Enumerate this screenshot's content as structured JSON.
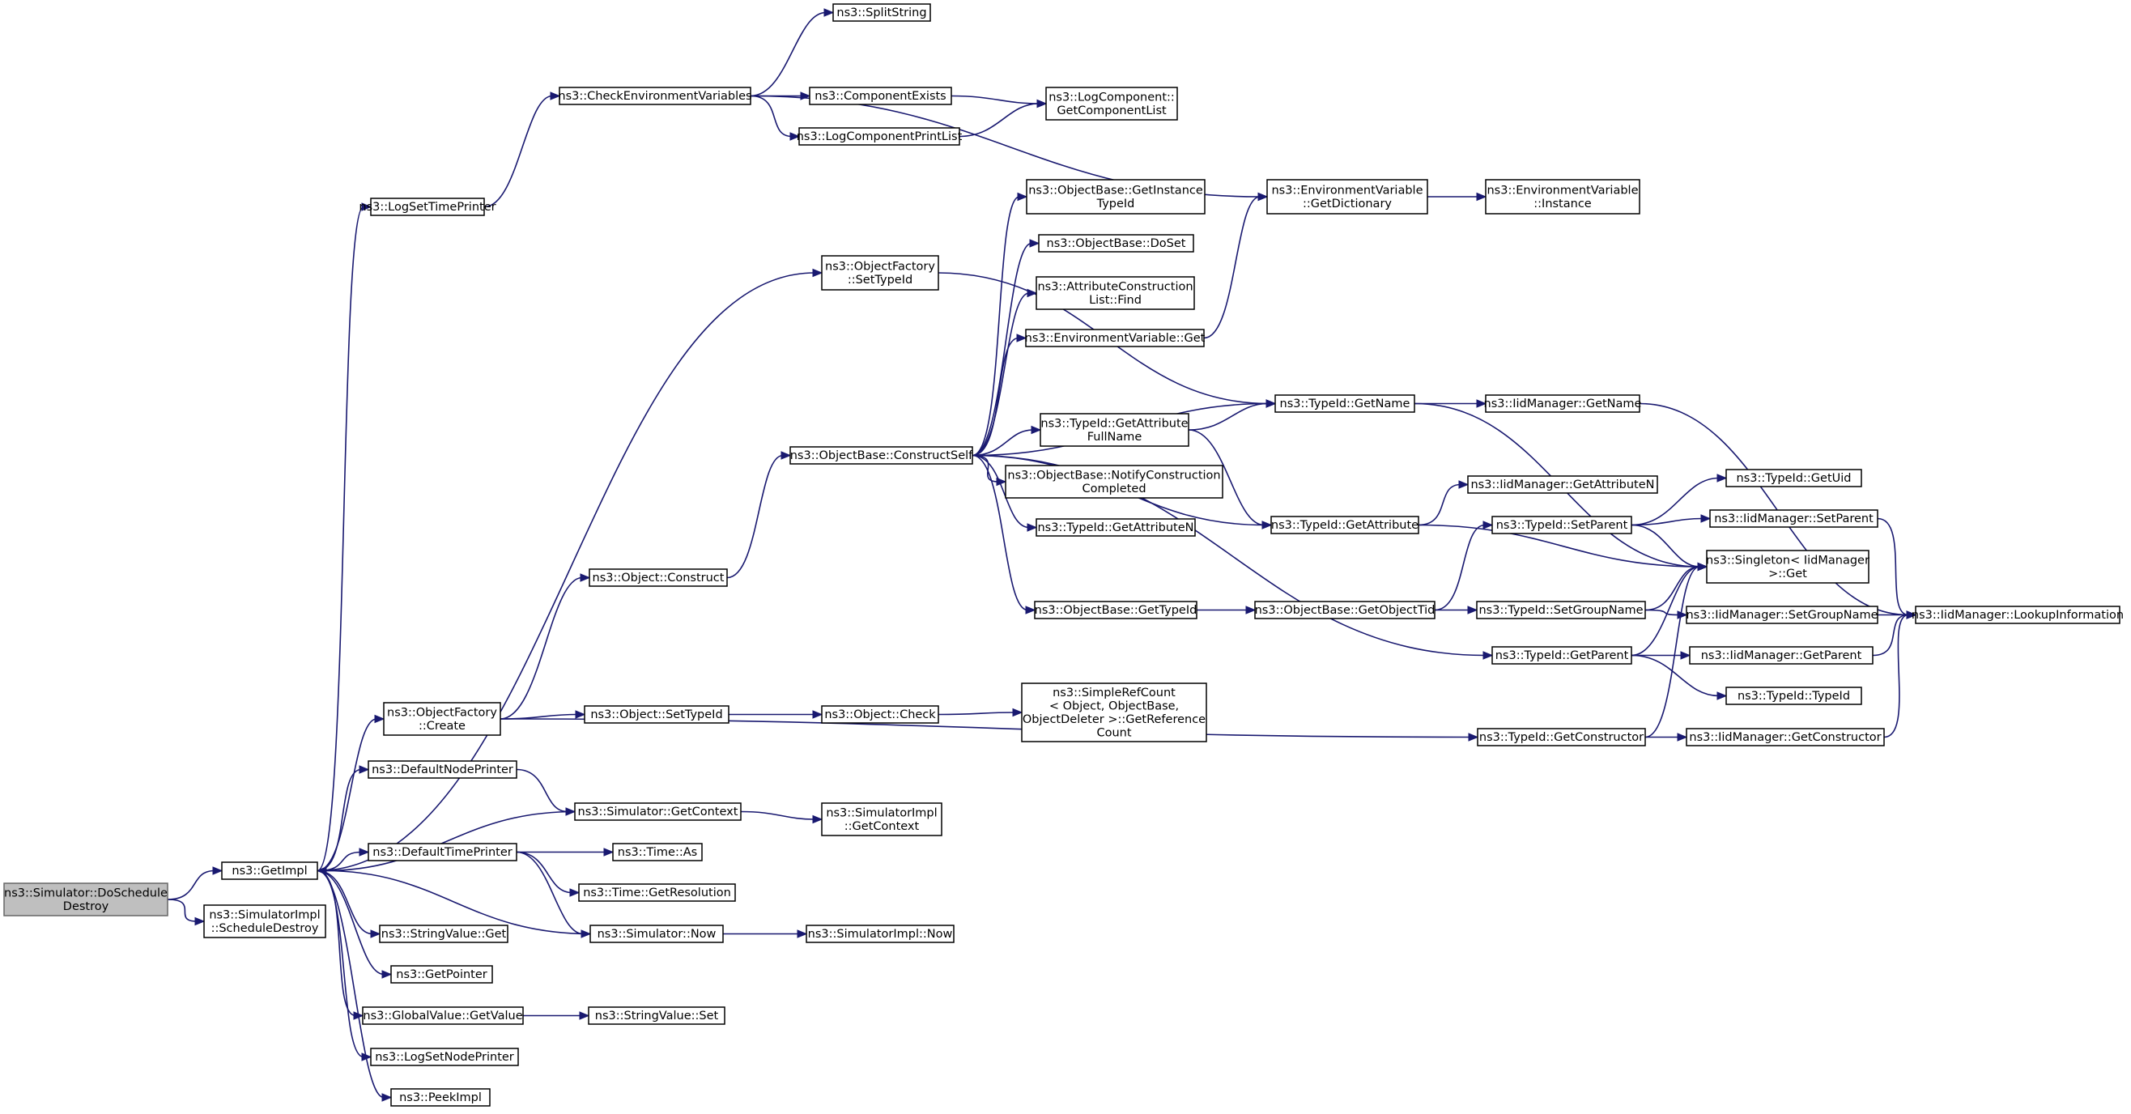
{
  "colors": {
    "edge": "#191970",
    "root_fill": "#bfbfbf",
    "node_fill": "#ffffff",
    "node_border": "#000000"
  },
  "root": "n_root",
  "nodes": [
    {
      "id": "n_root",
      "lines": [
        "ns3::Simulator::DoSchedule",
        "Destroy"
      ]
    },
    {
      "id": "n_getimpl",
      "lines": [
        "ns3::GetImpl"
      ]
    },
    {
      "id": "n_simimpl_sd",
      "lines": [
        "ns3::SimulatorImpl",
        "::ScheduleDestroy"
      ]
    },
    {
      "id": "n_logsettp",
      "lines": [
        "ns3::LogSetTimePrinter"
      ]
    },
    {
      "id": "n_checkenv",
      "lines": [
        "ns3::CheckEnvironmentVariables"
      ]
    },
    {
      "id": "n_split",
      "lines": [
        "ns3::SplitString"
      ]
    },
    {
      "id": "n_compexists",
      "lines": [
        "ns3::ComponentExists"
      ]
    },
    {
      "id": "n_logcomp_list",
      "lines": [
        "ns3::LogComponent::",
        "GetComponentList"
      ]
    },
    {
      "id": "n_logcompprint",
      "lines": [
        "ns3::LogComponentPrintList"
      ]
    },
    {
      "id": "n_envdict",
      "lines": [
        "ns3::EnvironmentVariable",
        "::GetDictionary"
      ]
    },
    {
      "id": "n_envinst",
      "lines": [
        "ns3::EnvironmentVariable",
        "::Instance"
      ]
    },
    {
      "id": "n_objfac_settid",
      "lines": [
        "ns3::ObjectFactory",
        "::SetTypeId"
      ]
    },
    {
      "id": "n_ob_getinst",
      "lines": [
        "ns3::ObjectBase::GetInstance",
        "TypeId"
      ]
    },
    {
      "id": "n_ob_doset",
      "lines": [
        "ns3::ObjectBase::DoSet"
      ]
    },
    {
      "id": "n_acl_find",
      "lines": [
        "ns3::AttributeConstruction",
        "List::Find"
      ]
    },
    {
      "id": "n_envget",
      "lines": [
        "ns3::EnvironmentVariable::Get"
      ]
    },
    {
      "id": "n_tid_getname",
      "lines": [
        "ns3::TypeId::GetName"
      ]
    },
    {
      "id": "n_iid_getname",
      "lines": [
        "ns3::IidManager::GetName"
      ]
    },
    {
      "id": "n_construct_self",
      "lines": [
        "ns3::ObjectBase::ConstructSelf"
      ]
    },
    {
      "id": "n_tid_getattrfull",
      "lines": [
        "ns3::TypeId::GetAttribute",
        "FullName"
      ]
    },
    {
      "id": "n_ob_notify",
      "lines": [
        "ns3::ObjectBase::NotifyConstruction",
        "Completed"
      ]
    },
    {
      "id": "n_iid_getattrn",
      "lines": [
        "ns3::IidManager::GetAttributeN"
      ]
    },
    {
      "id": "n_tid_getuid",
      "lines": [
        "ns3::TypeId::GetUid"
      ]
    },
    {
      "id": "n_tid_getattrn",
      "lines": [
        "ns3::TypeId::GetAttributeN"
      ]
    },
    {
      "id": "n_tid_getattr",
      "lines": [
        "ns3::TypeId::GetAttribute"
      ]
    },
    {
      "id": "n_tid_setparent",
      "lines": [
        "ns3::TypeId::SetParent"
      ]
    },
    {
      "id": "n_iid_setparent",
      "lines": [
        "ns3::IidManager::SetParent"
      ]
    },
    {
      "id": "n_singleton",
      "lines": [
        "ns3::Singleton< IidManager",
        " >::Get"
      ]
    },
    {
      "id": "n_obj_construct",
      "lines": [
        "ns3::Object::Construct"
      ]
    },
    {
      "id": "n_ob_gettid",
      "lines": [
        "ns3::ObjectBase::GetTypeId"
      ]
    },
    {
      "id": "n_ob_getobjtid",
      "lines": [
        "ns3::ObjectBase::GetObjectTid"
      ]
    },
    {
      "id": "n_tid_setgroup",
      "lines": [
        "ns3::TypeId::SetGroupName"
      ]
    },
    {
      "id": "n_iid_setgroup",
      "lines": [
        "ns3::IidManager::SetGroupName"
      ]
    },
    {
      "id": "n_iid_lookup",
      "lines": [
        "ns3::IidManager::LookupInformation"
      ]
    },
    {
      "id": "n_tid_getparent",
      "lines": [
        "ns3::TypeId::GetParent"
      ]
    },
    {
      "id": "n_iid_getparent",
      "lines": [
        "ns3::IidManager::GetParent"
      ]
    },
    {
      "id": "n_tid_typeid",
      "lines": [
        "ns3::TypeId::TypeId"
      ]
    },
    {
      "id": "n_objfac_create",
      "lines": [
        "ns3::ObjectFactory",
        "::Create"
      ]
    },
    {
      "id": "n_obj_settid",
      "lines": [
        "ns3::Object::SetTypeId"
      ]
    },
    {
      "id": "n_obj_check",
      "lines": [
        "ns3::Object::Check"
      ]
    },
    {
      "id": "n_simplerefcount",
      "lines": [
        "ns3::SimpleRefCount",
        "< Object, ObjectBase,",
        "ObjectDeleter >::GetReference",
        "Count"
      ]
    },
    {
      "id": "n_tid_getctor",
      "lines": [
        "ns3::TypeId::GetConstructor"
      ]
    },
    {
      "id": "n_iid_getctor",
      "lines": [
        "ns3::IidManager::GetConstructor"
      ]
    },
    {
      "id": "n_defnodeprinter",
      "lines": [
        "ns3::DefaultNodePrinter"
      ]
    },
    {
      "id": "n_sim_getctx",
      "lines": [
        "ns3::Simulator::GetContext"
      ]
    },
    {
      "id": "n_simimpl_getctx",
      "lines": [
        "ns3::SimulatorImpl",
        "::GetContext"
      ]
    },
    {
      "id": "n_deftimeprinter",
      "lines": [
        "ns3::DefaultTimePrinter"
      ]
    },
    {
      "id": "n_time_as",
      "lines": [
        "ns3::Time::As"
      ]
    },
    {
      "id": "n_time_getres",
      "lines": [
        "ns3::Time::GetResolution"
      ]
    },
    {
      "id": "n_sim_now",
      "lines": [
        "ns3::Simulator::Now"
      ]
    },
    {
      "id": "n_simimpl_now",
      "lines": [
        "ns3::SimulatorImpl::Now"
      ]
    },
    {
      "id": "n_strval_get",
      "lines": [
        "ns3::StringValue::Get"
      ]
    },
    {
      "id": "n_getpointer",
      "lines": [
        "ns3::GetPointer"
      ]
    },
    {
      "id": "n_gv_getvalue",
      "lines": [
        "ns3::GlobalValue::GetValue"
      ]
    },
    {
      "id": "n_strval_set",
      "lines": [
        "ns3::StringValue::Set"
      ]
    },
    {
      "id": "n_logsetnp",
      "lines": [
        "ns3::LogSetNodePrinter"
      ]
    },
    {
      "id": "n_peekimpl",
      "lines": [
        "ns3::PeekImpl"
      ]
    }
  ],
  "edges": [
    [
      "n_root",
      "n_getimpl"
    ],
    [
      "n_root",
      "n_simimpl_sd"
    ],
    [
      "n_getimpl",
      "n_logsettp"
    ],
    [
      "n_getimpl",
      "n_objfac_settid"
    ],
    [
      "n_getimpl",
      "n_objfac_create"
    ],
    [
      "n_getimpl",
      "n_defnodeprinter"
    ],
    [
      "n_getimpl",
      "n_deftimeprinter"
    ],
    [
      "n_getimpl",
      "n_strval_get"
    ],
    [
      "n_getimpl",
      "n_getpointer"
    ],
    [
      "n_getimpl",
      "n_gv_getvalue"
    ],
    [
      "n_getimpl",
      "n_logsetnp"
    ],
    [
      "n_getimpl",
      "n_peekimpl"
    ],
    [
      "n_logsettp",
      "n_checkenv"
    ],
    [
      "n_checkenv",
      "n_split"
    ],
    [
      "n_checkenv",
      "n_compexists"
    ],
    [
      "n_checkenv",
      "n_logcompprint"
    ],
    [
      "n_checkenv",
      "n_envdict"
    ],
    [
      "n_compexists",
      "n_logcomp_list"
    ],
    [
      "n_logcompprint",
      "n_logcomp_list"
    ],
    [
      "n_envdict",
      "n_envinst"
    ],
    [
      "n_objfac_settid",
      "n_tid_getname"
    ],
    [
      "n_construct_self",
      "n_ob_getinst"
    ],
    [
      "n_construct_self",
      "n_ob_doset"
    ],
    [
      "n_construct_self",
      "n_acl_find"
    ],
    [
      "n_construct_self",
      "n_envget"
    ],
    [
      "n_construct_self",
      "n_tid_getname"
    ],
    [
      "n_construct_self",
      "n_tid_getattrfull"
    ],
    [
      "n_construct_self",
      "n_ob_notify"
    ],
    [
      "n_construct_self",
      "n_tid_getattrn"
    ],
    [
      "n_construct_self",
      "n_tid_getattr"
    ],
    [
      "n_construct_self",
      "n_ob_gettid"
    ],
    [
      "n_construct_self",
      "n_tid_getparent"
    ],
    [
      "n_envget",
      "n_envdict"
    ],
    [
      "n_tid_getname",
      "n_iid_getname"
    ],
    [
      "n_tid_getname",
      "n_singleton"
    ],
    [
      "n_iid_getname",
      "n_iid_lookup"
    ],
    [
      "n_tid_getattrfull",
      "n_tid_getname"
    ],
    [
      "n_tid_getattrfull",
      "n_tid_getattr"
    ],
    [
      "n_tid_getattr",
      "n_iid_getattrn"
    ],
    [
      "n_tid_getattr",
      "n_singleton"
    ],
    [
      "n_ob_gettid",
      "n_ob_getobjtid"
    ],
    [
      "n_ob_getobjtid",
      "n_tid_setparent"
    ],
    [
      "n_ob_getobjtid",
      "n_tid_setgroup"
    ],
    [
      "n_tid_setparent",
      "n_tid_getuid"
    ],
    [
      "n_tid_setparent",
      "n_iid_setparent"
    ],
    [
      "n_tid_setparent",
      "n_singleton"
    ],
    [
      "n_iid_setparent",
      "n_iid_lookup"
    ],
    [
      "n_tid_setgroup",
      "n_singleton"
    ],
    [
      "n_tid_setgroup",
      "n_iid_setgroup"
    ],
    [
      "n_iid_setgroup",
      "n_iid_lookup"
    ],
    [
      "n_tid_getparent",
      "n_singleton"
    ],
    [
      "n_tid_getparent",
      "n_iid_getparent"
    ],
    [
      "n_tid_getparent",
      "n_tid_typeid"
    ],
    [
      "n_iid_getparent",
      "n_iid_lookup"
    ],
    [
      "n_obj_construct",
      "n_construct_self"
    ],
    [
      "n_objfac_create",
      "n_obj_construct"
    ],
    [
      "n_objfac_create",
      "n_obj_settid"
    ],
    [
      "n_objfac_create",
      "n_tid_getctor"
    ],
    [
      "n_obj_settid",
      "n_obj_check"
    ],
    [
      "n_obj_check",
      "n_simplerefcount"
    ],
    [
      "n_tid_getctor",
      "n_singleton"
    ],
    [
      "n_tid_getctor",
      "n_iid_getctor"
    ],
    [
      "n_iid_getctor",
      "n_iid_lookup"
    ],
    [
      "n_defnodeprinter",
      "n_sim_getctx"
    ],
    [
      "n_sim_getctx",
      "n_getimpl"
    ],
    [
      "n_sim_getctx",
      "n_simimpl_getctx"
    ],
    [
      "n_deftimeprinter",
      "n_time_as"
    ],
    [
      "n_deftimeprinter",
      "n_time_getres"
    ],
    [
      "n_deftimeprinter",
      "n_sim_now"
    ],
    [
      "n_sim_now",
      "n_getimpl"
    ],
    [
      "n_sim_now",
      "n_simimpl_now"
    ],
    [
      "n_gv_getvalue",
      "n_strval_set"
    ]
  ]
}
